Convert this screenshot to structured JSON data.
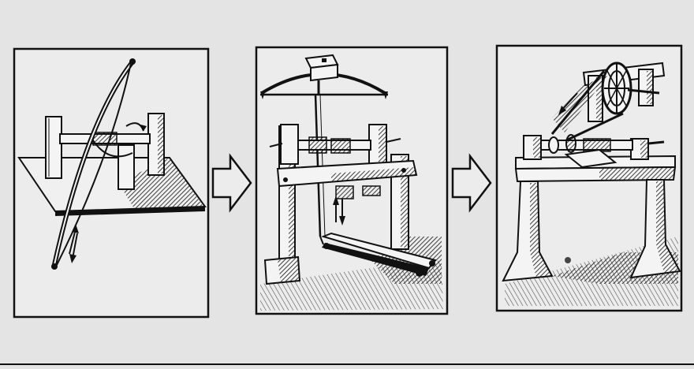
{
  "page": {
    "background_color": "#e4e4e4",
    "ink_color": "#111111",
    "paper_color": "#ececec"
  },
  "panels": [
    {
      "id": "bow-lathe",
      "order": 1
    },
    {
      "id": "pole-treadle-lathe",
      "order": 2
    },
    {
      "id": "belt-driven-lathe",
      "order": 3
    }
  ],
  "arrows": [
    {
      "id": "arrow-1-to-2",
      "icon": "right-arrow-icon"
    },
    {
      "id": "arrow-2-to-3",
      "icon": "right-arrow-icon"
    }
  ]
}
